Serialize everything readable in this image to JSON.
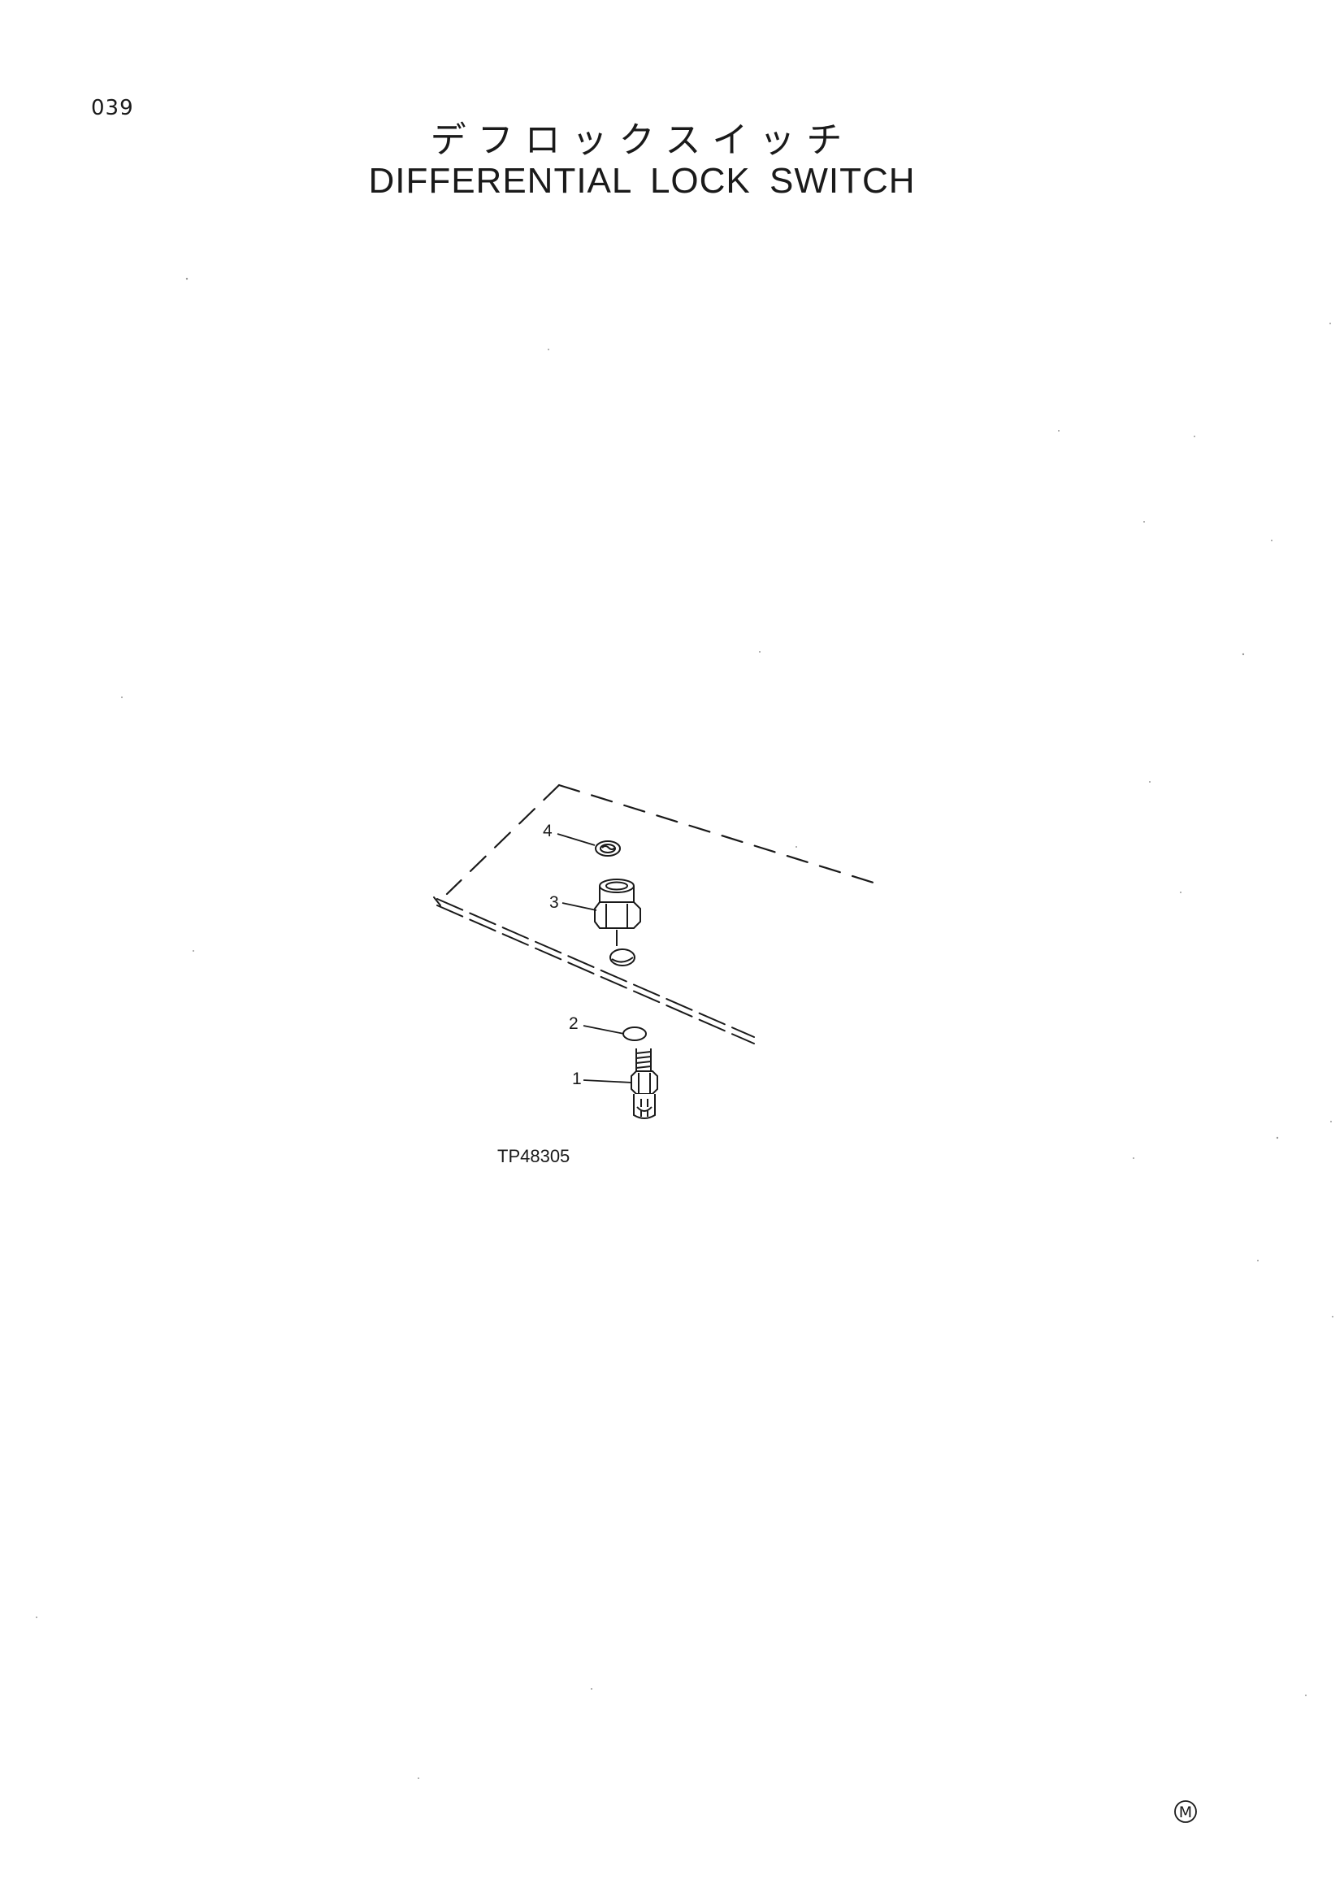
{
  "page": {
    "number": "039",
    "title_jp": "デフロックスイッチ",
    "title_en": "DIFFERENTIAL LOCK SWITCH"
  },
  "diagram": {
    "figure_code": "TP48305",
    "callouts": [
      {
        "id": "1",
        "label": "1"
      },
      {
        "id": "2",
        "label": "2"
      },
      {
        "id": "3",
        "label": "3"
      },
      {
        "id": "4",
        "label": "4"
      }
    ]
  },
  "footer": {
    "mark": "M"
  }
}
